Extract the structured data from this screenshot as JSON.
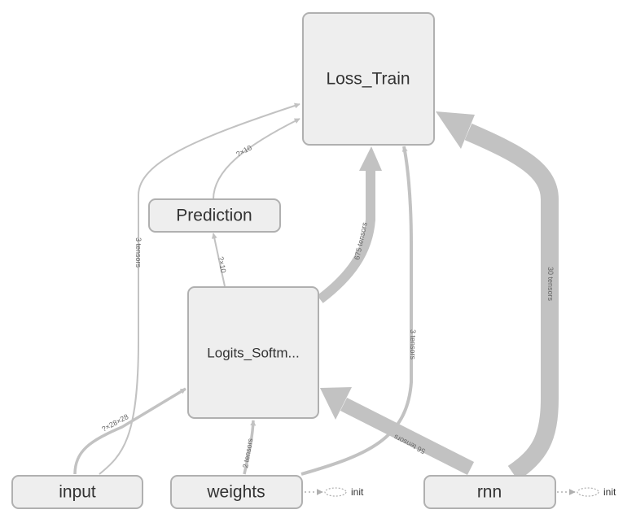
{
  "nodes": {
    "loss_train": "Loss_Train",
    "prediction": "Prediction",
    "logits_softmax": "Logits_Softm...",
    "input": "input",
    "weights": "weights",
    "rnn": "rnn"
  },
  "edges": {
    "input_to_loss": "3 tensors",
    "prediction_to_loss": "?×10",
    "logits_to_prediction": "?×10",
    "logits_to_loss": "675 tensors",
    "input_to_logits": "?×28×28",
    "weights_to_logits": "2 tensors",
    "weights_to_loss": "3 tensors",
    "rnn_to_logits": "56 tensors",
    "rnn_to_loss": "30 tensors"
  },
  "init": {
    "weights_init": "init",
    "rnn_init": "init"
  },
  "colors": {
    "node_fill": "#eeeeee",
    "node_stroke": "#b0b0b0",
    "edge": "#c2c2c2"
  }
}
